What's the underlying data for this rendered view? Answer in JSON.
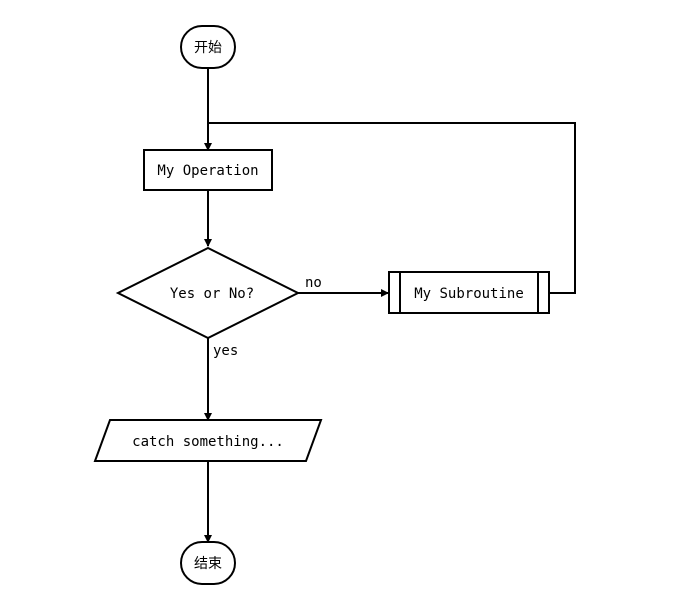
{
  "nodes": {
    "start": {
      "label": "开始"
    },
    "operation": {
      "label": "My Operation"
    },
    "condition": {
      "label": "Yes or No?"
    },
    "subroutine": {
      "label": "My Subroutine"
    },
    "io": {
      "label": "catch something..."
    },
    "end": {
      "label": "结束"
    }
  },
  "edges": {
    "no_label": "no",
    "yes_label": "yes"
  }
}
